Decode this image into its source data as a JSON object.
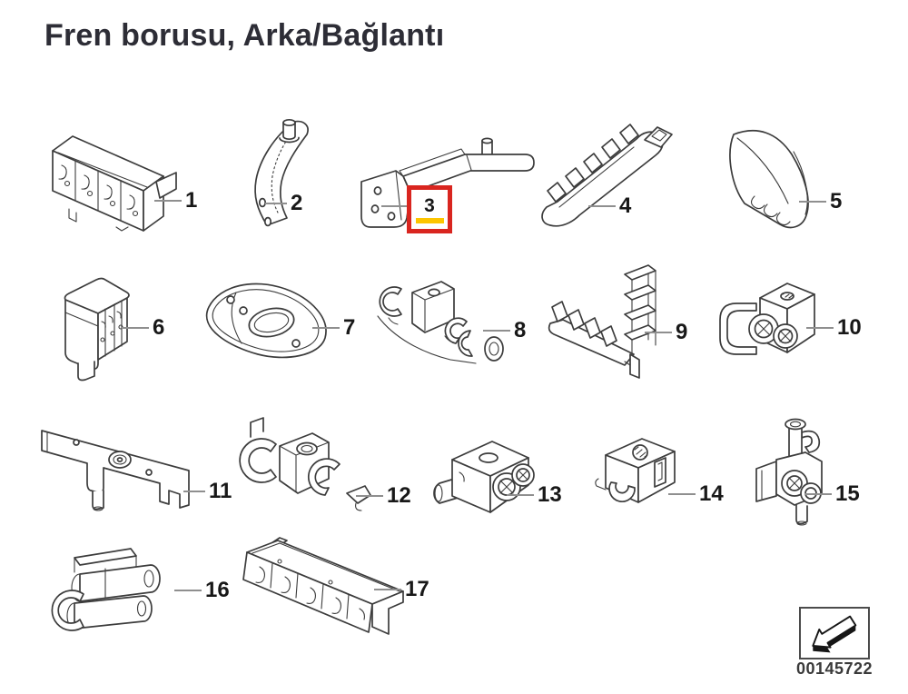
{
  "page": {
    "title": "Fren borusu, Arka/Bağlantı"
  },
  "diagram": {
    "code": "00145722",
    "highlight": {
      "part_label": "3",
      "box_color": "#d9251f",
      "underline_color": "#fdc500"
    },
    "icons": {
      "stamp": "direction-arrow-icon"
    },
    "parts": [
      {
        "label": "1"
      },
      {
        "label": "2"
      },
      {
        "label": "3"
      },
      {
        "label": "4"
      },
      {
        "label": "5"
      },
      {
        "label": "6"
      },
      {
        "label": "7"
      },
      {
        "label": "8"
      },
      {
        "label": "9"
      },
      {
        "label": "10"
      },
      {
        "label": "11"
      },
      {
        "label": "12"
      },
      {
        "label": "13"
      },
      {
        "label": "14"
      },
      {
        "label": "15"
      },
      {
        "label": "16"
      },
      {
        "label": "17"
      }
    ]
  }
}
